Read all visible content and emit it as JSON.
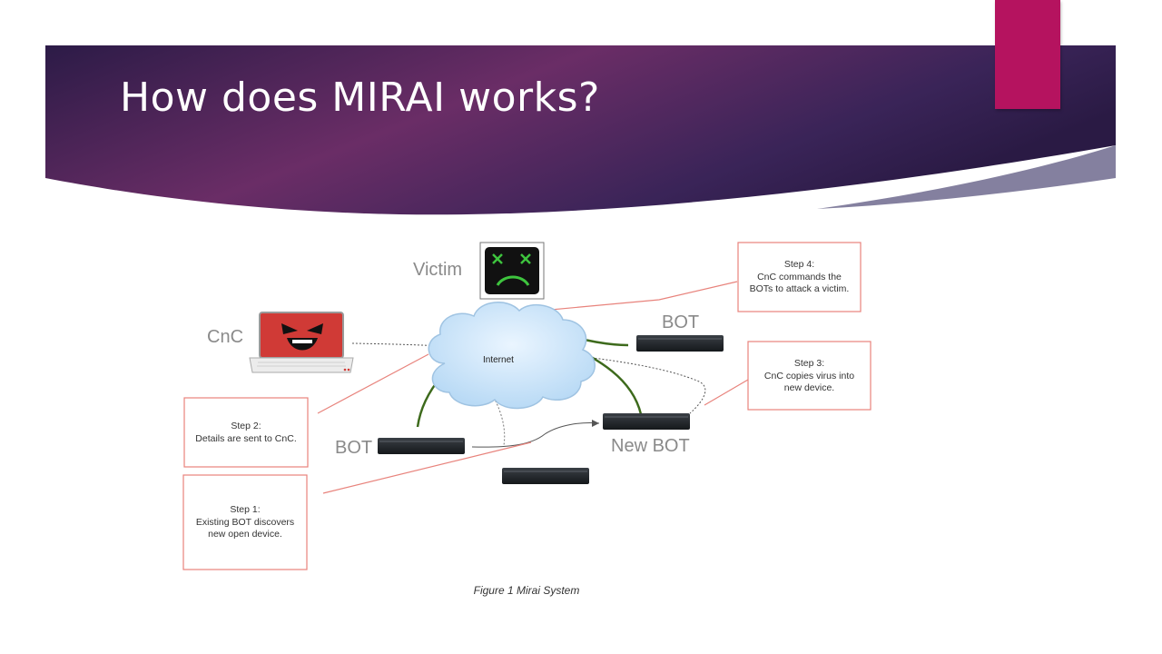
{
  "slide": {
    "title": "How does MIRAI works?",
    "colors": {
      "banner_dark": "#2f1b4a",
      "banner_mid": "#6b2a66",
      "accent": "#b5135f"
    }
  },
  "diagram": {
    "nodes": {
      "victim": "Victim",
      "cnc": "CnC",
      "bot_top": "BOT",
      "bot_left": "BOT",
      "new_bot": "New BOT",
      "internet": "Internet"
    },
    "steps": [
      {
        "id": "step1",
        "lines": [
          "Step 1:",
          "Existing BOT discovers",
          "new open device."
        ]
      },
      {
        "id": "step2",
        "lines": [
          "Step 2:",
          "Details are sent to CnC."
        ]
      },
      {
        "id": "step3",
        "lines": [
          "Step 3:",
          "CnC copies virus into",
          "new device."
        ]
      },
      {
        "id": "step4",
        "lines": [
          "Step 4:",
          "CnC commands the",
          "BOTs to attack a victim."
        ]
      }
    ],
    "caption": "Figure 1 Mirai System",
    "icons": [
      "sad-monitor-icon",
      "devil-laptop-icon",
      "router-icon",
      "cloud-icon"
    ]
  }
}
